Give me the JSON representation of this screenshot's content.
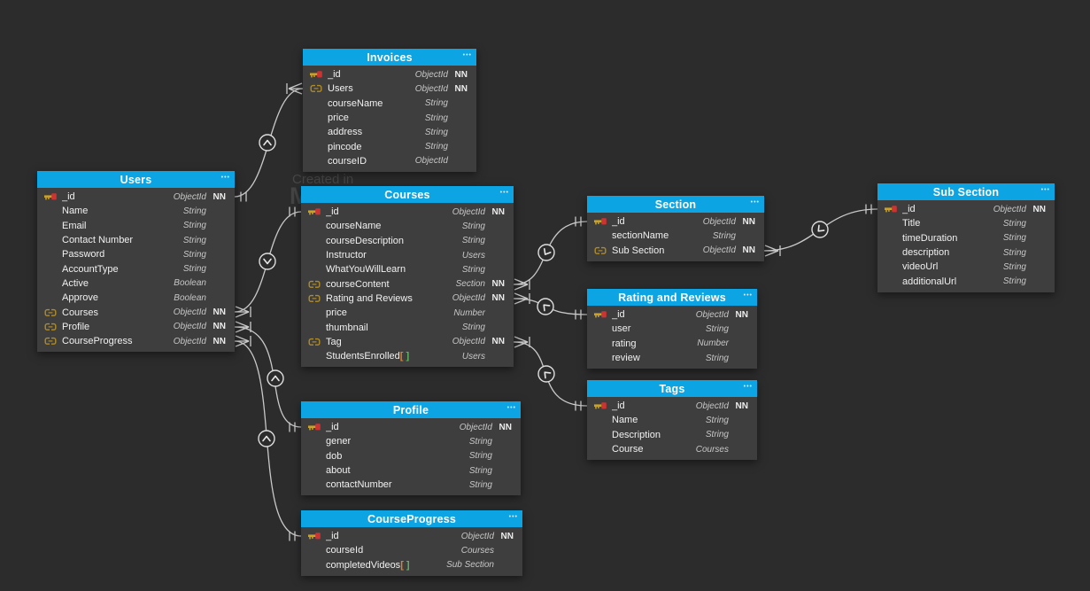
{
  "app": {
    "description": "MongoDB schema ER diagram canvas"
  },
  "watermark": {
    "line1": "Created in",
    "line2": "M"
  },
  "ui": {
    "menu_icon": "•••"
  },
  "syntax": {
    "array_open": "[ ",
    "array_close": "]"
  },
  "colors": {
    "canvas_bg": "#2c2c2c",
    "table_header": "#0da4e4",
    "table_body": "#3e3e3e",
    "wire": "#c9c9c9",
    "key_gold": "#c9a227",
    "key_red": "#cc3333",
    "link_gold": "#b08c28",
    "bracket_open": "#e0822d",
    "bracket_close": "#5cb85c"
  },
  "diagram": {
    "tables": [
      {
        "id": "users",
        "title": "Users",
        "fields": [
          {
            "icon": "key",
            "name": "_id",
            "type": "ObjectId",
            "nn": "NN"
          },
          {
            "icon": null,
            "name": "Name",
            "type": "String",
            "nn": ""
          },
          {
            "icon": null,
            "name": "Email",
            "type": "String",
            "nn": ""
          },
          {
            "icon": null,
            "name": "Contact Number",
            "type": "String",
            "nn": ""
          },
          {
            "icon": null,
            "name": "Password",
            "type": "String",
            "nn": ""
          },
          {
            "icon": null,
            "name": "AccountType",
            "type": "String",
            "nn": ""
          },
          {
            "icon": null,
            "name": "Active",
            "type": "Boolean",
            "nn": ""
          },
          {
            "icon": null,
            "name": "Approve",
            "type": "Boolean",
            "nn": ""
          },
          {
            "icon": "link",
            "name": "Courses",
            "type": "ObjectId",
            "nn": "NN"
          },
          {
            "icon": "link",
            "name": "Profile",
            "type": "ObjectId",
            "nn": "NN"
          },
          {
            "icon": "link",
            "name": "CourseProgress",
            "type": "ObjectId",
            "nn": "NN"
          }
        ]
      },
      {
        "id": "invoices",
        "title": "Invoices",
        "fields": [
          {
            "icon": "key",
            "name": "_id",
            "type": "ObjectId",
            "nn": "NN"
          },
          {
            "icon": "link",
            "name": "Users",
            "type": "ObjectId",
            "nn": "NN"
          },
          {
            "icon": null,
            "name": "courseName",
            "type": "String",
            "nn": ""
          },
          {
            "icon": null,
            "name": "price",
            "type": "String",
            "nn": ""
          },
          {
            "icon": null,
            "name": "address",
            "type": "String",
            "nn": ""
          },
          {
            "icon": null,
            "name": "pincode",
            "type": "String",
            "nn": ""
          },
          {
            "icon": null,
            "name": "courseID",
            "type": "ObjectId",
            "nn": ""
          }
        ]
      },
      {
        "id": "courses",
        "title": "Courses",
        "fields": [
          {
            "icon": "key",
            "name": "_id",
            "type": "ObjectId",
            "nn": "NN"
          },
          {
            "icon": null,
            "name": "courseName",
            "type": "String",
            "nn": ""
          },
          {
            "icon": null,
            "name": "courseDescription",
            "type": "String",
            "nn": ""
          },
          {
            "icon": null,
            "name": "Instructor",
            "type": "Users",
            "nn": ""
          },
          {
            "icon": null,
            "name": "WhatYouWillLearn",
            "type": "String",
            "nn": ""
          },
          {
            "icon": "link",
            "name": "courseContent",
            "type": "Section",
            "nn": "NN"
          },
          {
            "icon": "link",
            "name": "Rating and Reviews",
            "type": "ObjectId",
            "nn": "NN"
          },
          {
            "icon": null,
            "name": "price",
            "type": "Number",
            "nn": ""
          },
          {
            "icon": null,
            "name": "thumbnail",
            "type": "String",
            "nn": ""
          },
          {
            "icon": "link",
            "name": "Tag",
            "type": "ObjectId",
            "nn": "NN"
          },
          {
            "icon": null,
            "name": "StudentsEnrolled",
            "array": true,
            "type": "Users",
            "nn": ""
          }
        ]
      },
      {
        "id": "profile",
        "title": "Profile",
        "fields": [
          {
            "icon": "key",
            "name": "_id",
            "type": "ObjectId",
            "nn": "NN"
          },
          {
            "icon": null,
            "name": "gener",
            "type": "String",
            "nn": ""
          },
          {
            "icon": null,
            "name": "dob",
            "type": "String",
            "nn": ""
          },
          {
            "icon": null,
            "name": "about",
            "type": "String",
            "nn": ""
          },
          {
            "icon": null,
            "name": "contactNumber",
            "type": "String",
            "nn": ""
          }
        ]
      },
      {
        "id": "courseprogress",
        "title": "CourseProgress",
        "fields": [
          {
            "icon": "key",
            "name": "_id",
            "type": "ObjectId",
            "nn": "NN"
          },
          {
            "icon": null,
            "name": "courseId",
            "type": "Courses",
            "nn": ""
          },
          {
            "icon": null,
            "name": "completedVideos",
            "array": true,
            "type": "Sub Section",
            "nn": ""
          }
        ]
      },
      {
        "id": "section",
        "title": "Section",
        "fields": [
          {
            "icon": "key",
            "name": "_id",
            "type": "ObjectId",
            "nn": "NN"
          },
          {
            "icon": null,
            "name": "sectionName",
            "type": "String",
            "nn": ""
          },
          {
            "icon": "link",
            "name": "Sub Section",
            "type": "ObjectId",
            "nn": "NN"
          }
        ]
      },
      {
        "id": "rating",
        "title": "Rating and Reviews",
        "fields": [
          {
            "icon": "key",
            "name": "_id",
            "type": "ObjectId",
            "nn": "NN"
          },
          {
            "icon": null,
            "name": "user",
            "type": "String",
            "nn": ""
          },
          {
            "icon": null,
            "name": "rating",
            "type": "Number",
            "nn": ""
          },
          {
            "icon": null,
            "name": "review",
            "type": "String",
            "nn": ""
          }
        ]
      },
      {
        "id": "tags",
        "title": "Tags",
        "fields": [
          {
            "icon": "key",
            "name": "_id",
            "type": "ObjectId",
            "nn": "NN"
          },
          {
            "icon": null,
            "name": "Name",
            "type": "String",
            "nn": ""
          },
          {
            "icon": null,
            "name": "Description",
            "type": "String",
            "nn": ""
          },
          {
            "icon": null,
            "name": "Course",
            "type": "Courses",
            "nn": ""
          }
        ]
      },
      {
        "id": "subsection",
        "title": "Sub Section",
        "fields": [
          {
            "icon": "key",
            "name": "_id",
            "type": "ObjectId",
            "nn": "NN"
          },
          {
            "icon": null,
            "name": "Title",
            "type": "String",
            "nn": ""
          },
          {
            "icon": null,
            "name": "timeDuration",
            "type": "String",
            "nn": ""
          },
          {
            "icon": null,
            "name": "description",
            "type": "String",
            "nn": ""
          },
          {
            "icon": null,
            "name": "videoUrl",
            "type": "String",
            "nn": ""
          },
          {
            "icon": null,
            "name": "additionalUrl",
            "type": "String",
            "nn": ""
          }
        ]
      }
    ],
    "relationships": [
      {
        "from": "Invoices.Users",
        "to": "Users._id",
        "from_cardinality": "many",
        "to_cardinality": "one"
      },
      {
        "from": "Users.Courses",
        "to": "Courses._id",
        "from_cardinality": "many",
        "to_cardinality": "one"
      },
      {
        "from": "Users.Profile",
        "to": "Profile._id",
        "from_cardinality": "many",
        "to_cardinality": "one"
      },
      {
        "from": "Users.CourseProgress",
        "to": "CourseProgress._id",
        "from_cardinality": "many",
        "to_cardinality": "one"
      },
      {
        "from": "Courses.courseContent",
        "to": "Section._id",
        "from_cardinality": "many",
        "to_cardinality": "one"
      },
      {
        "from": "Courses.Rating and Reviews",
        "to": "Rating and Reviews._id",
        "from_cardinality": "many",
        "to_cardinality": "one"
      },
      {
        "from": "Courses.Tag",
        "to": "Tags._id",
        "from_cardinality": "many",
        "to_cardinality": "one"
      },
      {
        "from": "Section.Sub Section",
        "to": "Sub Section._id",
        "from_cardinality": "many",
        "to_cardinality": "one"
      }
    ]
  }
}
